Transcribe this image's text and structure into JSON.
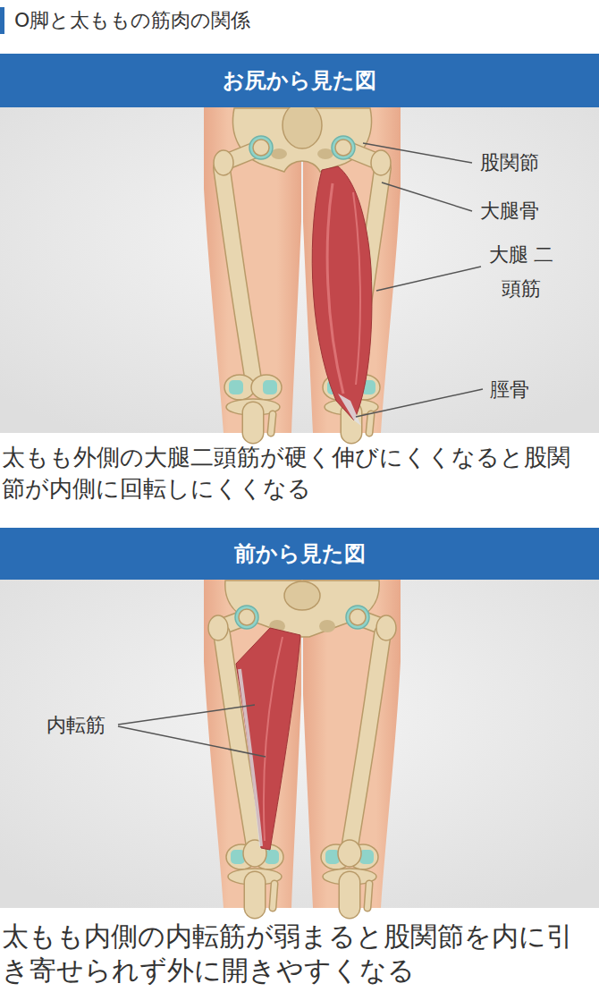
{
  "diagram": {
    "title": "O脚と太ももの筋肉の関係",
    "nodes": [
      {
        "text": [
          "お尻から見た図"
        ]
      },
      {
        "text": [
          "前から見た図"
        ]
      }
    ],
    "labels": [
      "股関節",
      "大腿骨",
      "大腿 二頭筋",
      "脛骨",
      "太もも外側の大腿二頭筋が硬く伸びにくくなると股関節が内側に回転しにくくなる",
      "内転筋",
      "太もも内側の内転筋が弱まると股関節を内に引き寄せられず外に開きやすくなる"
    ]
  }
}
